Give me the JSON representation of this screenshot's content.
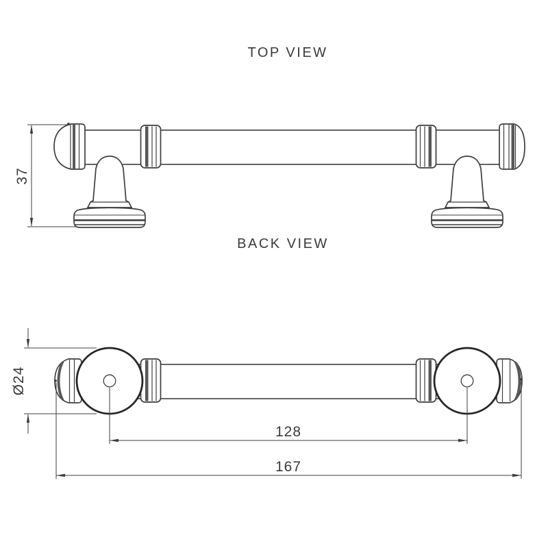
{
  "document": {
    "type": "technical-drawing",
    "subject": "cabinet pull handle"
  },
  "views": {
    "top": {
      "label": "TOP VIEW",
      "dimensions": {
        "projection_height": "37"
      }
    },
    "back": {
      "label": "BACK VIEW",
      "dimensions": {
        "base_diameter": "Ø24",
        "hole_centres": "128",
        "overall_length": "167"
      }
    }
  },
  "colors": {
    "background": "#ffffff",
    "line": "#3d3d3d",
    "heavy_line": "#262626",
    "shade_band": "#58585a",
    "text": "#3a3a3a"
  }
}
